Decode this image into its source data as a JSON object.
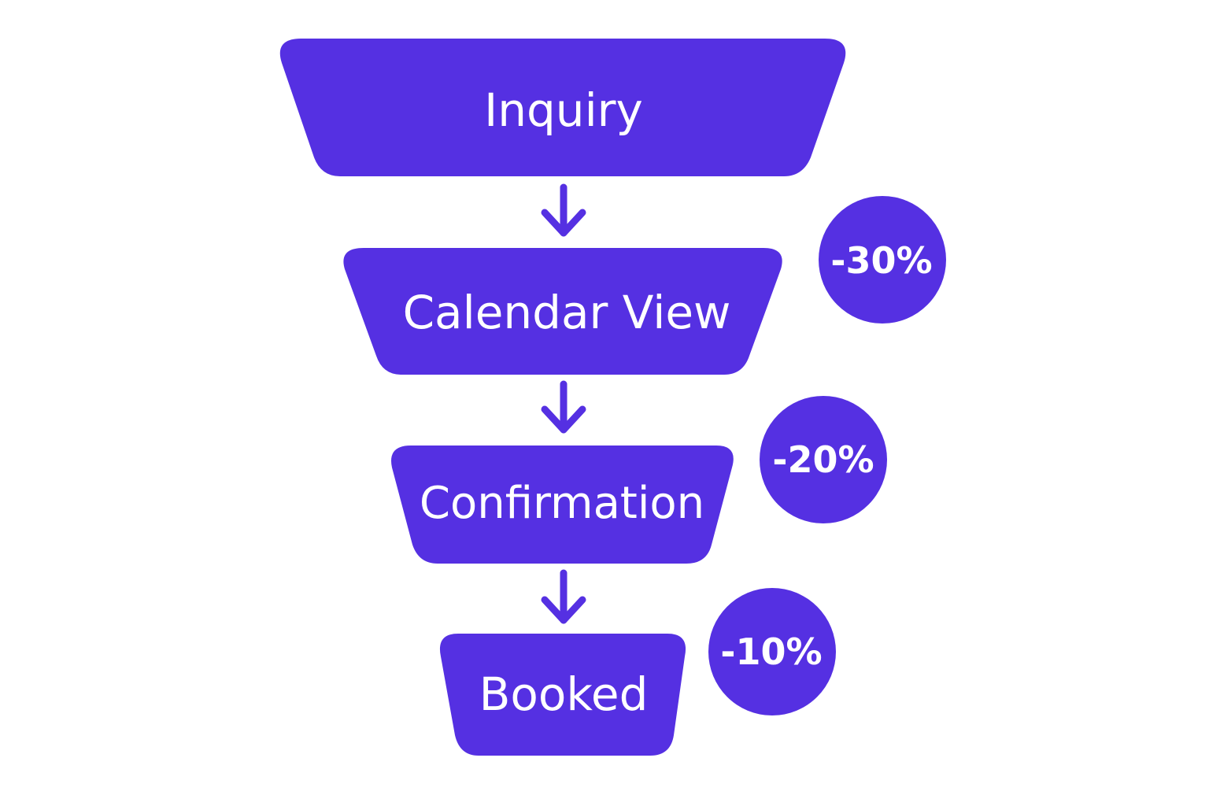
{
  "colors": {
    "accent": "#5530E2",
    "text": "#FFFFFF",
    "background": "#FFFFFF"
  },
  "stages": [
    {
      "label": "Inquiry"
    },
    {
      "label": "Calendar View"
    },
    {
      "label": "Confirmation"
    },
    {
      "label": "Booked"
    }
  ],
  "dropoffs": [
    {
      "label": "-30%"
    },
    {
      "label": "-20%"
    },
    {
      "label": "-10%"
    }
  ],
  "arrows": [
    {
      "icon": "arrow-down-icon"
    },
    {
      "icon": "arrow-down-icon"
    },
    {
      "icon": "arrow-down-icon"
    }
  ]
}
